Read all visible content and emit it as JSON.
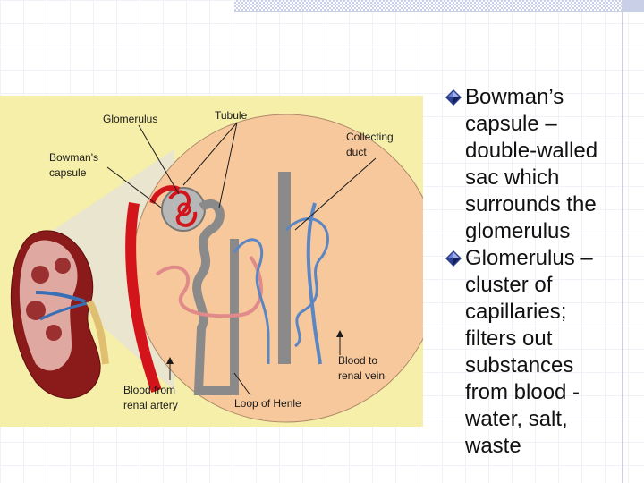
{
  "figure": {
    "labels": {
      "glomerulus": "Glomerulus",
      "tubule": "Tubule",
      "collecting_duct_1": "Collecting",
      "collecting_duct_2": "duct",
      "bowmans_capsule_1": "Bowman's",
      "bowmans_capsule_2": "capsule",
      "blood_to_renal_vein_1": "Blood to",
      "blood_to_renal_vein_2": "renal vein",
      "blood_from_renal_artery_1": "Blood from",
      "blood_from_renal_artery_2": "renal artery",
      "loop_of_henle": "Loop of Henle"
    }
  },
  "bullets": [
    {
      "lines": [
        "Bowman’s",
        "capsule –",
        "double-walled",
        "sac which",
        "surrounds the",
        "glomerulus"
      ]
    },
    {
      "lines": [
        "Glomerulus –",
        "cluster of",
        "capillaries;",
        "filters out",
        "substances",
        "from blood -",
        "water, salt,",
        "waste"
      ]
    }
  ],
  "colors": {
    "figure_bg": "#f5efa9",
    "circle_fill": "#f7c89b",
    "kidney": "#8b1a1a",
    "artery": "#d4141b",
    "vein": "#5b86c4",
    "tubule": "#9a9a9a"
  },
  "icons": [
    "diamond-bullet-icon"
  ]
}
